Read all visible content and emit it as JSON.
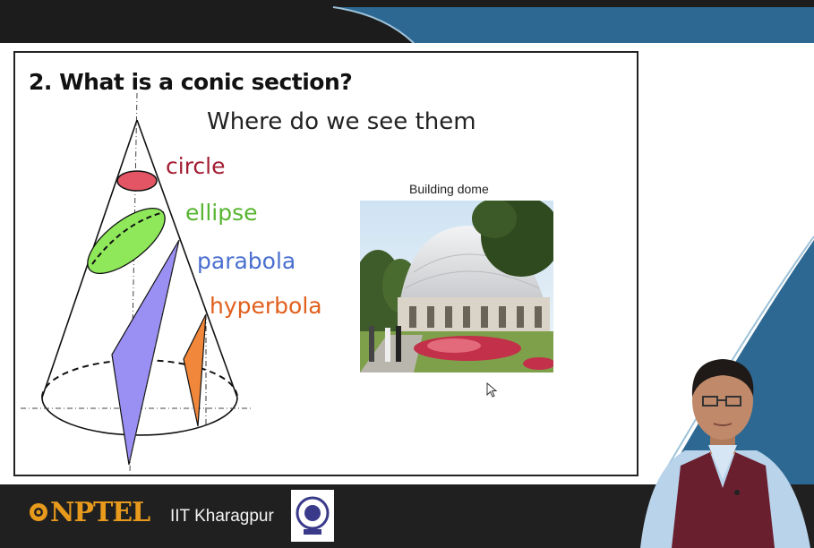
{
  "slide": {
    "title": "2. What is a conic section?",
    "subtitle": "Where do we see them",
    "labels": {
      "circle": "circle",
      "ellipse": "ellipse",
      "parabola": "parabola",
      "hyperbola": "hyperbola"
    },
    "photo_caption": "Building dome"
  },
  "footer": {
    "nptel": "NPTEL",
    "institute": "IIT Kharagpur"
  },
  "colors": {
    "circle": "#e35464",
    "ellipse": "#8ee85a",
    "parabola": "#9a90f3",
    "hyperbola": "#f0873a",
    "header_dark": "#1c1c1c",
    "header_blue": "#2d6893",
    "nptel_orange": "#e79a1c"
  }
}
